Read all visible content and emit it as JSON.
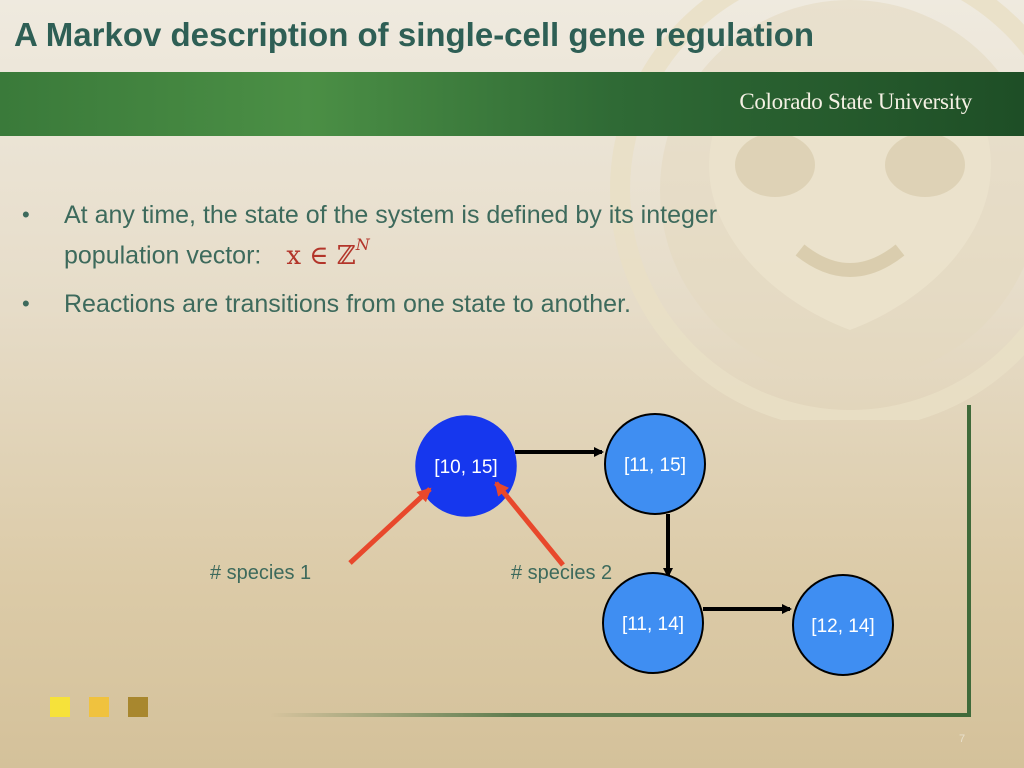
{
  "slide": {
    "title": "A Markov description of single-cell gene regulation",
    "logo": "Colorado State University",
    "bullets": [
      {
        "marker": "•",
        "text_line1": "At any time, the state of the system is defined by its integer",
        "text_line2": "population vector:",
        "math": "x ∈ ℤ",
        "math_sup": "N"
      },
      {
        "marker": "•",
        "text": "Reactions are transitions from one state to another."
      }
    ],
    "diagram": {
      "nodes": [
        {
          "label": "[10, 15]",
          "color": "#1637ee"
        },
        {
          "label": "[11, 15]",
          "color": "#3f8ef2"
        },
        {
          "label": "[11, 14]",
          "color": "#3f8ef2"
        },
        {
          "label": "[12, 14]",
          "color": "#3f8ef2"
        }
      ],
      "edges": [
        {
          "from": "[10, 15]",
          "to": "[11, 15]"
        },
        {
          "from": "[11, 15]",
          "to": "[11, 14]"
        },
        {
          "from": "[11, 14]",
          "to": "[12, 14]"
        }
      ],
      "annotations": [
        {
          "label": "# species 1",
          "arrow_color": "#e8482c"
        },
        {
          "label": "# species 2",
          "arrow_color": "#e8482c"
        }
      ]
    },
    "decor_squares": [
      "#f6e23a",
      "#f0c23e",
      "#a8872e"
    ],
    "page_number": "7"
  }
}
